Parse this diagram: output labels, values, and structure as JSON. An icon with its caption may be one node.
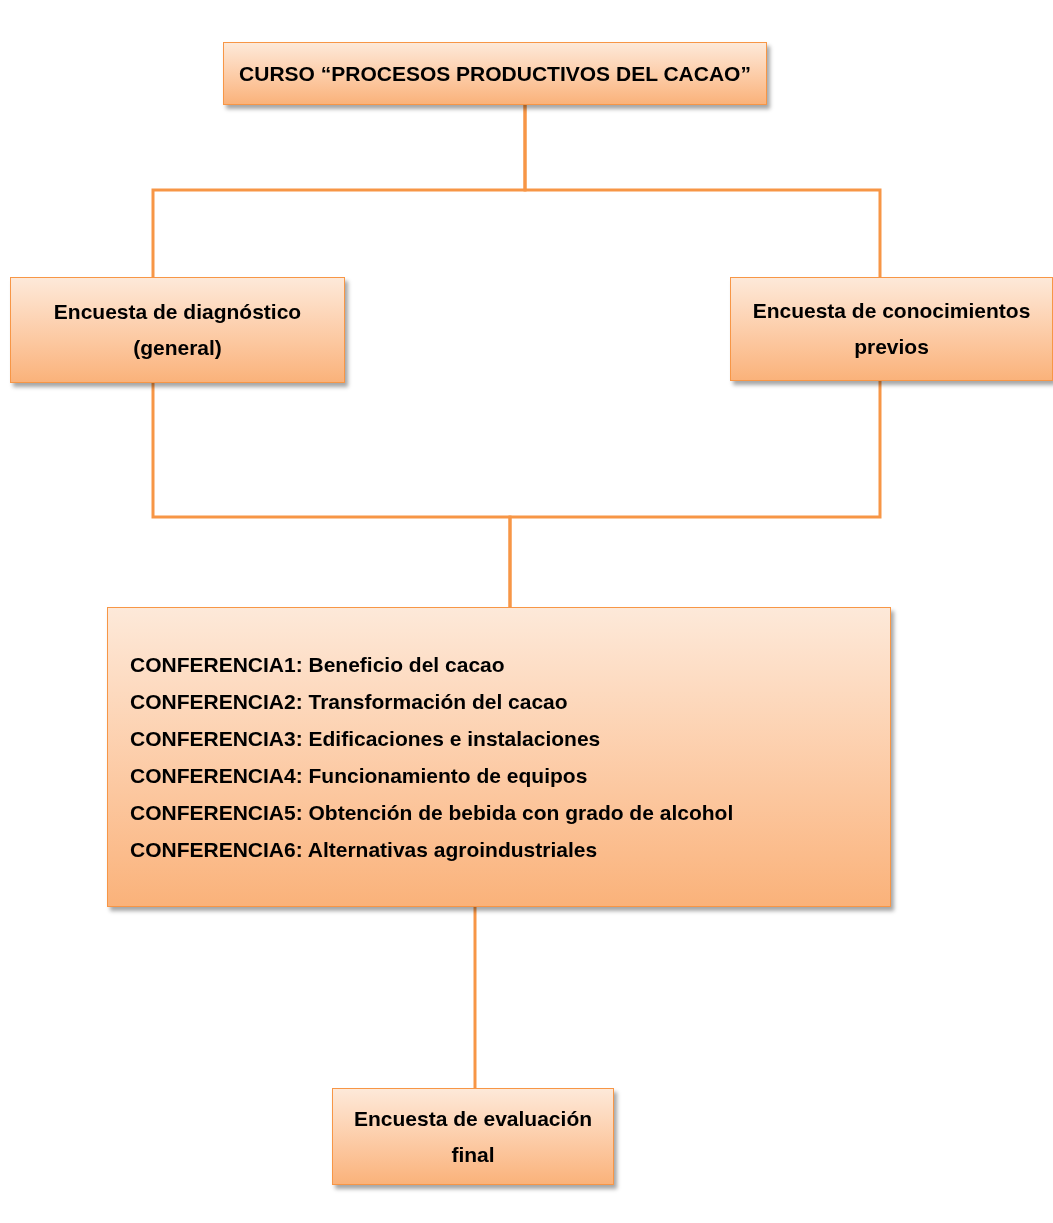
{
  "diagram": {
    "nodes": [
      {
        "text": [
          "CURSO “PROCESOS PRODUCTIVOS DEL CACAO”"
        ]
      },
      {
        "text": [
          "Encuesta de diagnóstico (general)"
        ]
      },
      {
        "text": [
          "Encuesta de conocimientos previos"
        ]
      },
      {
        "text": [
          "CONFERENCIA1: Beneficio del cacao",
          "CONFERENCIA2: Transformación del cacao",
          "CONFERENCIA3: Edificaciones e instalaciones",
          "CONFERENCIA4: Funcionamiento de equipos",
          "CONFERENCIA5: Obtención de bebida con grado de alcohol",
          "CONFERENCIA6: Alternativas agroindustriales"
        ]
      },
      {
        "text": [
          "Encuesta de evaluación final"
        ]
      }
    ],
    "edges": [
      {
        "from": 0,
        "to": 1,
        "arrow": "none"
      },
      {
        "from": 0,
        "to": 2,
        "arrow": "none"
      },
      {
        "from": 1,
        "to": 3,
        "arrow": "none"
      },
      {
        "from": 2,
        "to": 3,
        "arrow": "none"
      },
      {
        "from": 3,
        "to": 4,
        "arrow": "none"
      }
    ]
  }
}
